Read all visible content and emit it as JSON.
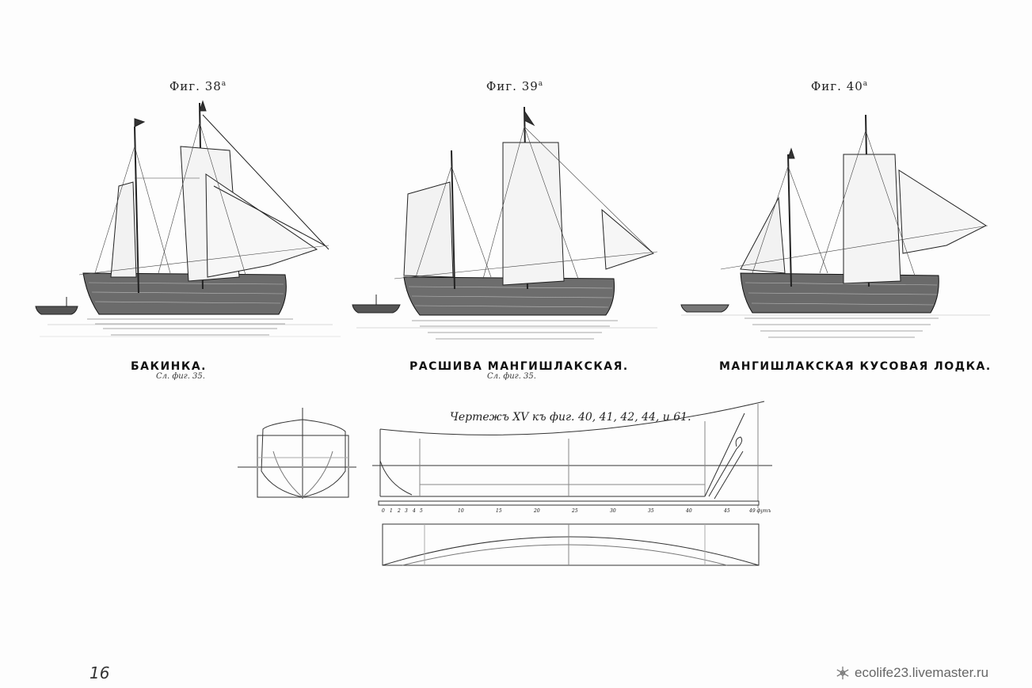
{
  "figures": [
    {
      "label": "Фиг. 38",
      "sup": "а",
      "caption": "БАКИНКА.",
      "ref": "Сл. фиг. 35."
    },
    {
      "label": "Фиг. 39",
      "sup": "а",
      "caption": "РАСШИВА МАНГИШЛАКСКАЯ.",
      "ref": "Сл. фиг. 35."
    },
    {
      "label": "Фиг. 40",
      "sup": "а",
      "caption": "МАНГИШЛАКСКАЯ КУСОВАЯ ЛОДКА.",
      "ref": ""
    }
  ],
  "drawing": {
    "title": "Чертежъ XV къ фиг. 40, 41, 42, 44, и 61.",
    "scale_ticks": [
      "0",
      "1",
      "2",
      "3",
      "4",
      "5",
      "10",
      "15",
      "20",
      "25",
      "30",
      "35",
      "40",
      "45",
      "49 футъ"
    ]
  },
  "page_number": "16",
  "watermark": "ecolife23.livemaster.ru",
  "icons": {
    "watermark": "snowflake-icon"
  }
}
